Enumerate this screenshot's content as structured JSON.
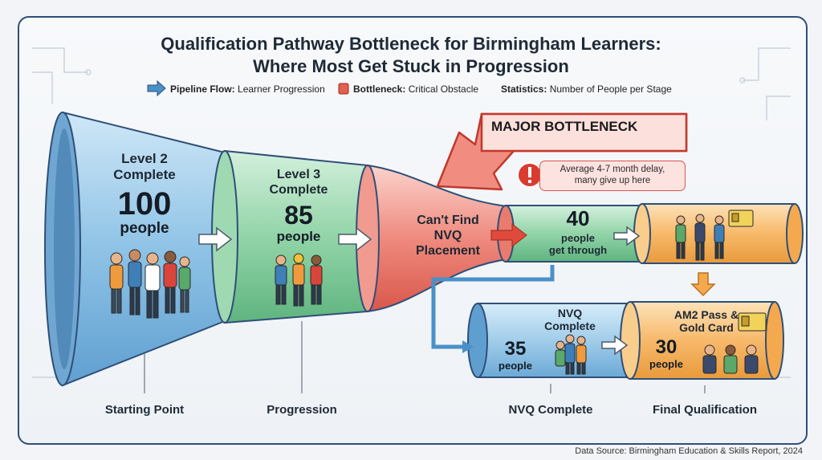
{
  "title": {
    "line1": "Qualification Pathway Bottleneck for Birmingham Learners:",
    "line2": "Where Most Get Stuck in Progression"
  },
  "legend": {
    "flow_key": "Pipeline Flow:",
    "flow_desc": "Learner Progression",
    "bottleneck_key": "Bottleneck:",
    "bottleneck_desc": "Critical Obstacle",
    "stats_key": "Statistics:",
    "stats_desc": "Number of People per Stage",
    "colors": {
      "flow": "#4a90c8",
      "bottleneck": "#e2604f"
    }
  },
  "stages": {
    "level2": {
      "line1": "Level 2",
      "line2": "Complete",
      "count": "100",
      "unit": "people"
    },
    "level3": {
      "line1": "Level 3",
      "line2": "Complete",
      "count": "85",
      "unit": "people"
    },
    "bottleneck": {
      "line1": "Can't Find",
      "line2": "NVQ",
      "line3": "Placement"
    },
    "through": {
      "count": "40",
      "line1": "people",
      "line2": "get through"
    },
    "nvq": {
      "line1": "NVQ",
      "line2": "Complete",
      "count": "35",
      "unit": "people"
    },
    "am2": {
      "line1": "AM2 Pass &",
      "line2": "Gold Card",
      "count": "30",
      "unit": "people"
    }
  },
  "banner": "MAJOR BOTTLENECK",
  "callout": {
    "line1": "Average 4-7 month delay,",
    "line2": "many give up here",
    "icon": "exclamation-icon"
  },
  "bottom_labels": {
    "start": "Starting Point",
    "progression": "Progression",
    "nvq": "NVQ Complete",
    "final": "Final Qualification"
  },
  "source": "Data Source: Birmingham Education & Skills Report, 2024",
  "palette": {
    "blue": "#8fc3e6",
    "green": "#8fd3a5",
    "red": "#ef8a7e",
    "orange": "#f7b96a",
    "outline": "#2f4f78"
  }
}
